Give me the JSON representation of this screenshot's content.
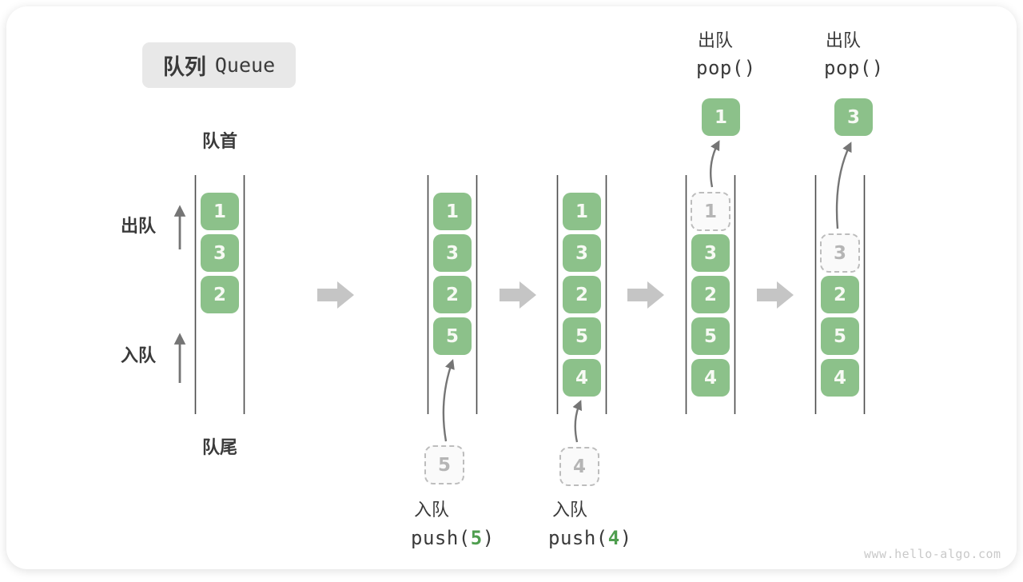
{
  "title": {
    "zh": "队列",
    "en": "Queue"
  },
  "labels": {
    "front": "队首",
    "rear": "队尾",
    "dequeue_side": "出队",
    "enqueue_side": "入队"
  },
  "states": [
    {
      "cells": [
        "1",
        "3",
        "2"
      ]
    },
    {
      "cells": [
        "1",
        "3",
        "2",
        "5"
      ],
      "incoming_value": "5",
      "op": {
        "label": "入队",
        "pre": "push(",
        "arg": "5",
        "post": ")"
      }
    },
    {
      "cells": [
        "1",
        "3",
        "2",
        "5",
        "4"
      ],
      "incoming_value": "4",
      "op": {
        "label": "入队",
        "pre": "push(",
        "arg": "4",
        "post": ")"
      }
    },
    {
      "ghost_value": "1",
      "cells": [
        "3",
        "2",
        "5",
        "4"
      ],
      "popped_value": "1",
      "op": {
        "label": "出队",
        "code": "pop()"
      }
    },
    {
      "ghost_value": "3",
      "cells": [
        "2",
        "5",
        "4"
      ],
      "popped_value": "3",
      "op": {
        "label": "出队",
        "code": "pop()"
      }
    }
  ],
  "watermark": "www.hello-algo.com",
  "colors": {
    "green": "#8cc18a",
    "cell-text": "#f7faf4",
    "arg-green": "#4f9e4f",
    "ink": "#3a3a3a",
    "title-bg": "#e8e8e8",
    "ghost-border": "#bdbdbd",
    "ghost-bg": "#fafafa",
    "ghost-text": "#b5b5b5",
    "channel-line": "#4a4a4a",
    "block-arrow": "#c5c5c5",
    "thin-arrow": "#757575",
    "watermark": "#c9c9c9"
  }
}
